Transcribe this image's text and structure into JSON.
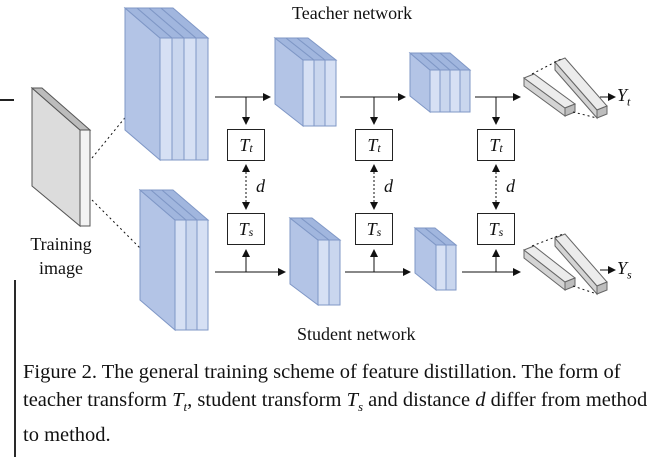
{
  "figure": {
    "teacher_label": "Teacher network",
    "student_label": "Student network",
    "training_label_line1": "Training",
    "training_label_line2": "image",
    "teacher_transform": {
      "symbol": "T",
      "subscript": "t"
    },
    "student_transform": {
      "symbol": "T",
      "subscript": "s"
    },
    "distance_symbol": "d",
    "teacher_output": {
      "symbol": "Y",
      "subscript": "t"
    },
    "student_output": {
      "symbol": "Y",
      "subscript": "s"
    }
  },
  "caption": {
    "text": "Figure 2. The general training scheme of feature distillation. The form of teacher transform T",
    "parts": {
      "p1": "Figure 2. The general training scheme of feature distillation. The form of teacher transform ",
      "t_sym": "T",
      "t_sub": "t",
      "p2": ", student transform ",
      "s_sym": "T",
      "s_sub": "s",
      "p3": " and distance ",
      "d_sym": "d",
      "p4": " differ from method to method."
    }
  },
  "colors": {
    "block_front": "#c9d6ee",
    "block_side": "#9fb4dc",
    "block_edge": "#7f97c6",
    "output_fill": "#e2e2e2",
    "line": "#111111"
  }
}
